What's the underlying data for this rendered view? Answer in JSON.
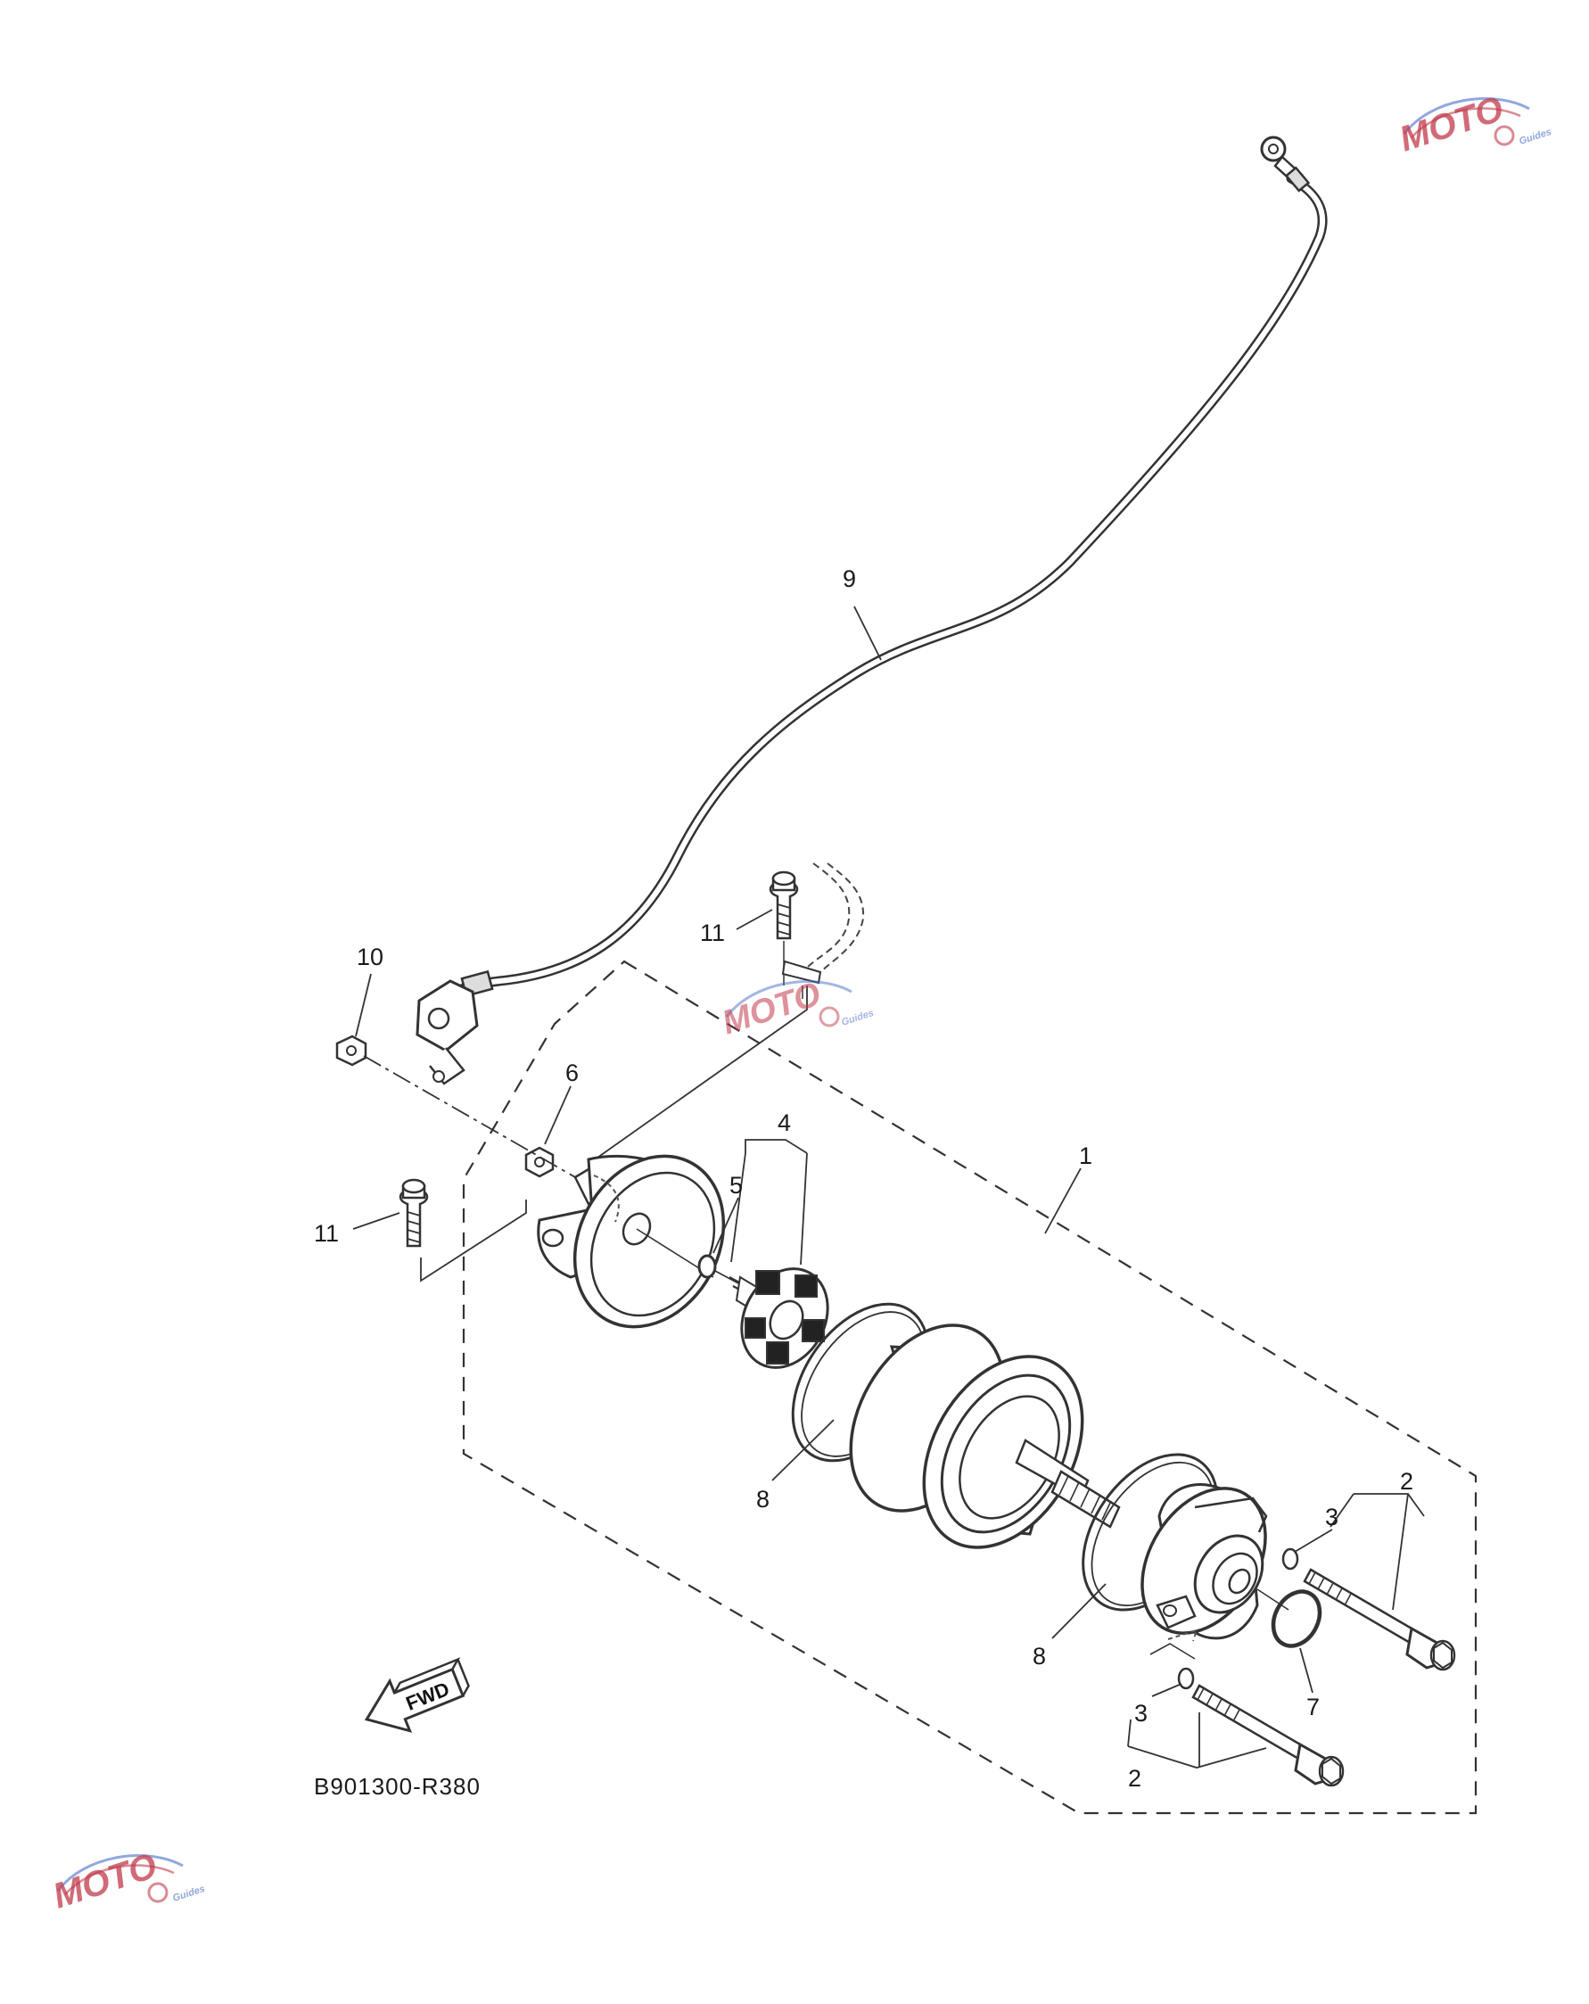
{
  "diagram": {
    "code": "B901300-R380",
    "fwd_label": "FWD",
    "watermark": {
      "brand": "MOTO",
      "sub": "Guides",
      "color": "#c23a4c",
      "accent": "#4a6cc9"
    },
    "callouts": [
      {
        "id": "c1",
        "text": "1"
      },
      {
        "id": "c2a",
        "text": "2"
      },
      {
        "id": "c2b",
        "text": "2"
      },
      {
        "id": "c3a",
        "text": "3"
      },
      {
        "id": "c3b",
        "text": "3"
      },
      {
        "id": "c4",
        "text": "4"
      },
      {
        "id": "c5",
        "text": "5"
      },
      {
        "id": "c6",
        "text": "6"
      },
      {
        "id": "c7",
        "text": "7"
      },
      {
        "id": "c8a",
        "text": "8"
      },
      {
        "id": "c8b",
        "text": "8"
      },
      {
        "id": "c9",
        "text": "9"
      },
      {
        "id": "c10",
        "text": "10"
      },
      {
        "id": "c11a",
        "text": "11"
      },
      {
        "id": "c11b",
        "text": "11"
      }
    ]
  }
}
